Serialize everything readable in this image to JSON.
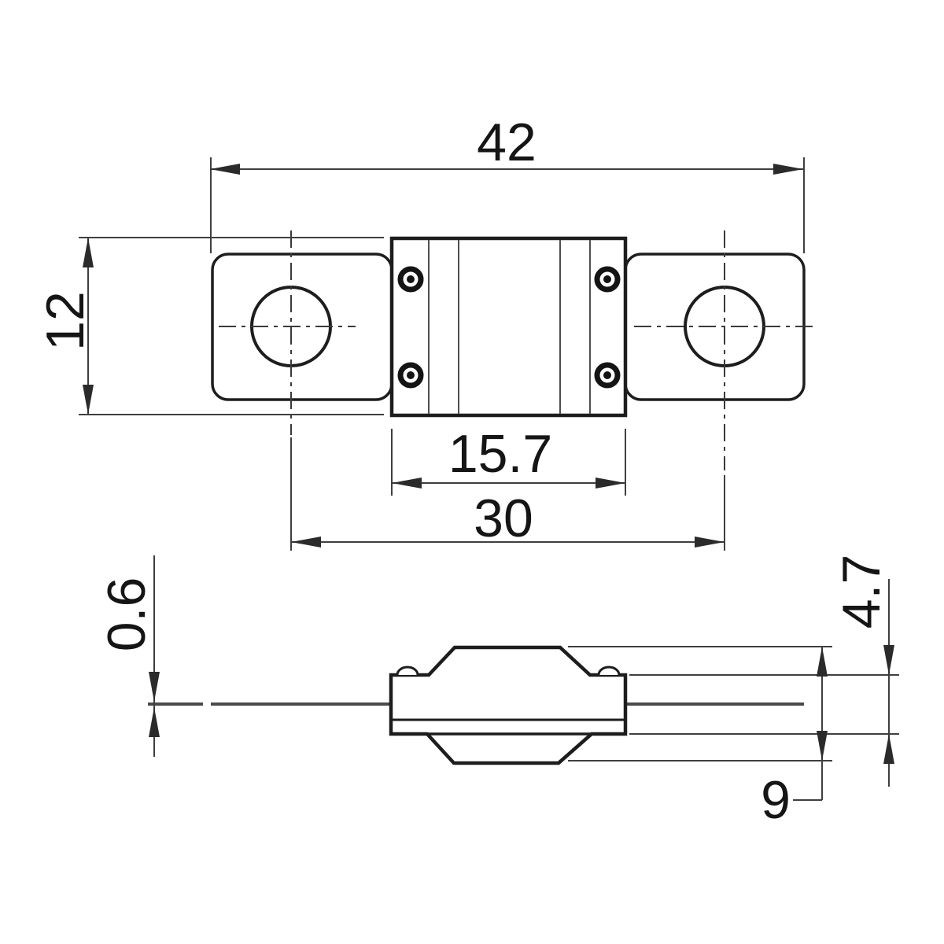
{
  "drawing": {
    "background": "#ffffff",
    "outline_color": "#1d1d1d",
    "dimension_line_color": "#3f3f3f",
    "text_color": "#151515",
    "top_view": {
      "dims": {
        "overall_length": "42",
        "body_height": "12",
        "body_width": "15.7",
        "hole_spacing": "30"
      }
    },
    "side_view": {
      "dims": {
        "terminal_thickness": "0.6",
        "end_block_height": "4.7",
        "overall_height": "9"
      }
    }
  }
}
